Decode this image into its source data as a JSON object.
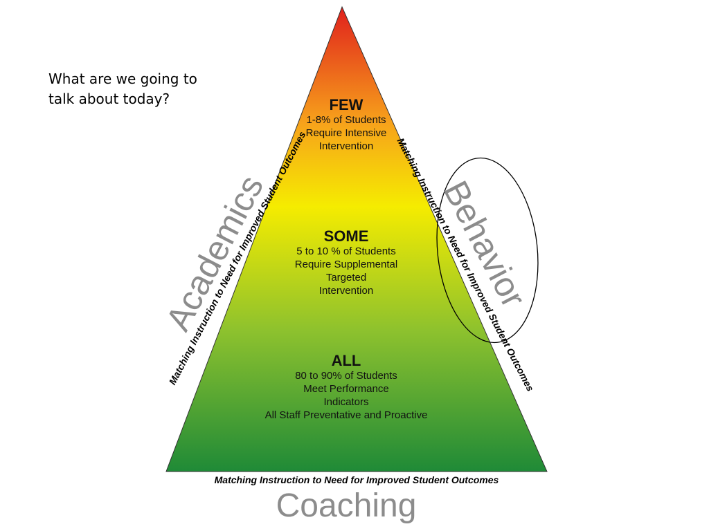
{
  "intro": {
    "line1": "What are we going to",
    "line2": "talk about today?"
  },
  "tiers": {
    "few": {
      "heading": "FEW",
      "lines": [
        "1-8% of Students",
        "Require Intensive",
        "Intervention"
      ]
    },
    "some": {
      "heading": "SOME",
      "lines": [
        "5 to 10 % of Students",
        "Require Supplemental",
        "Targeted",
        "Intervention"
      ]
    },
    "all": {
      "heading": "ALL",
      "lines": [
        "80 to 90% of Students",
        "Meet Performance",
        "Indicators",
        "All Staff Preventative and Proactive"
      ]
    }
  },
  "side_labels": {
    "left_matching": "Matching Instruction to Need for Improved Student Outcomes",
    "right_matching": "Matching Instruction to Need for Improved Student Outcomes",
    "bottom_matching": "Matching Instruction to Need for Improved Student Outcomes",
    "academics": "Academics",
    "behavior": "Behavior",
    "coaching": "Coaching"
  },
  "colors": {
    "apex": "#e0201c",
    "upper": "#f7a21b",
    "middle": "#f5ec00",
    "lower": "#8cc12e",
    "base": "#1f8a37",
    "label_gray": "#8c8c8c",
    "outline": "#333333"
  }
}
